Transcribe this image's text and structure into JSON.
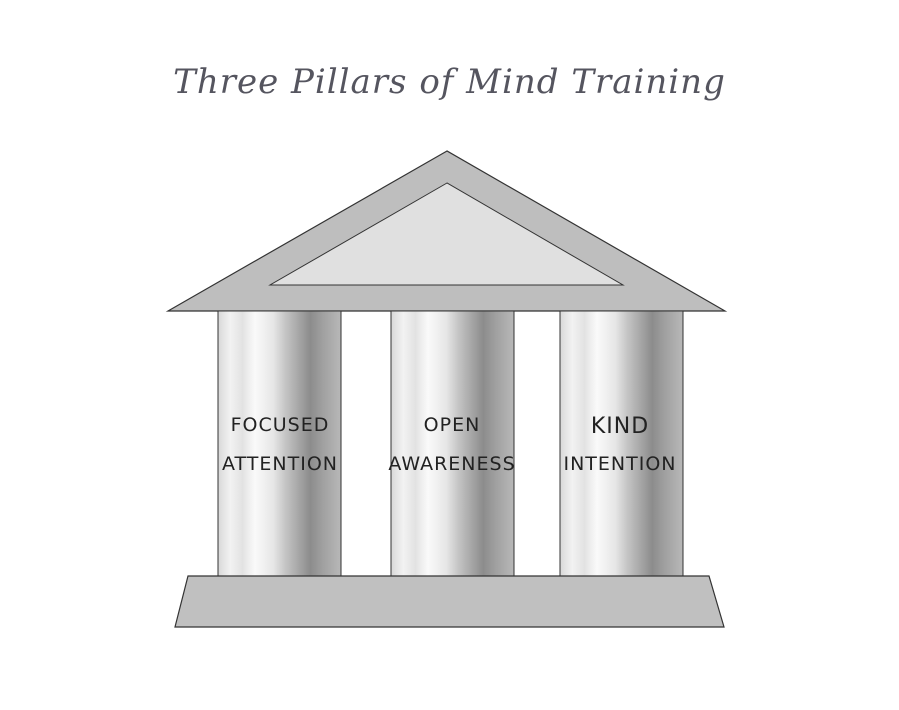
{
  "title": "Three Pillars of Mind Training",
  "pillars": [
    {
      "line1": "FOCUSED",
      "line2": "ATTENTION"
    },
    {
      "line1": "OPEN",
      "line2": "AWARENESS"
    },
    {
      "line1": "KIND",
      "line2": "INTENTION"
    }
  ],
  "colors": {
    "roof": "#bebebe",
    "pediment": "#e0e0e0",
    "base": "#c0c0c0",
    "outline": "#333333"
  }
}
